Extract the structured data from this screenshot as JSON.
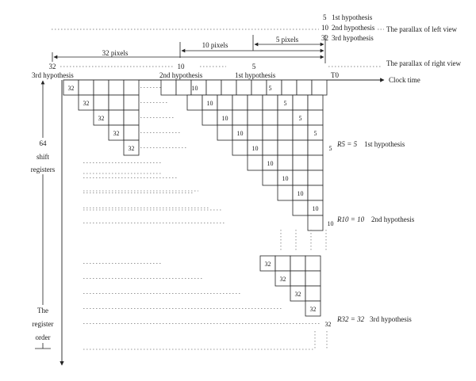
{
  "top_right": {
    "hypotheses": [
      {
        "value": "5",
        "label": "1st hypothesis"
      },
      {
        "value": "10",
        "label": "2nd hypothesis"
      },
      {
        "value": "32",
        "label": "3rd hypothesis"
      }
    ],
    "left_view": "The parallax of left view",
    "right_view": "The parallax of right view"
  },
  "spans": {
    "s10": "10 pixels",
    "s5": "5 pixels",
    "s32": "32 pixels"
  },
  "right_row": {
    "v32": "32",
    "v10": "10",
    "v5": "5"
  },
  "columns": {
    "third": "3rd hypothesis",
    "second": "2nd hypothesis",
    "first": "1st hypothesis",
    "t0": "T0"
  },
  "clock": "Clock time",
  "left_axis": {
    "count": "64",
    "shift": "shift",
    "registers": "registers",
    "the": "The",
    "register": "register",
    "order": "order"
  },
  "results": {
    "r5": {
      "prefix": "R5 = 5",
      "label": "1st hypothesis"
    },
    "r10": {
      "prefix": "R10 = 10",
      "label": "2nd hypothesis"
    },
    "r32": {
      "prefix": "R32 = 32",
      "label": "3rd hypothesis"
    }
  },
  "cell_values": {
    "c32": "32",
    "c10": "10",
    "c5": "5"
  }
}
